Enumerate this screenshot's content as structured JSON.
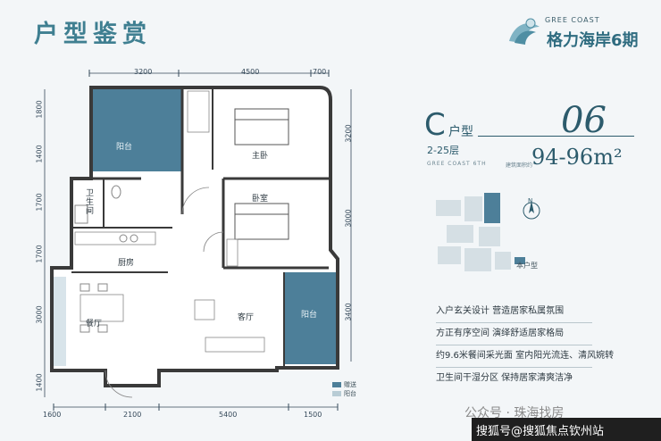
{
  "header": {
    "title": "户型鉴赏",
    "brand_en": "GREE COAST",
    "brand_cn": "格力海岸6期"
  },
  "plan": {
    "top_dims": [
      "3200",
      "4500",
      "700"
    ],
    "bottom_dims": [
      "1600",
      "2100",
      "5400",
      "1500"
    ],
    "left_dims": [
      "1800",
      "1400",
      "1700",
      "1700",
      "3000",
      "1400"
    ],
    "right_dims": [
      "3200",
      "3000",
      "3400"
    ],
    "rooms": {
      "balcony_top": "阳台",
      "bedroom_top": "主卧",
      "bathroom": "卫\n生\n间",
      "bedroom_mid": "卧室",
      "kitchen": "厨房",
      "dining": "餐厅",
      "living": "客厅",
      "balcony_right": "阳台"
    },
    "legend": {
      "gift": "赠送",
      "balcony": "阳台"
    }
  },
  "unit": {
    "letter": "C",
    "type_word": "户型",
    "floors": "2-25层",
    "code": "06",
    "sub_brand": "GREE COAST 6TH",
    "area_label": "建筑面积约",
    "area": "94-96m²",
    "site_legend": "本户型",
    "compass": "N"
  },
  "features": [
    "入户玄关设计 营造居家私属氛围",
    "方正有序空间 演绎舒适居家格局",
    "约9.6米餐间采光面 室内阳光流连、清风婉转",
    "卫生间干湿分区 保持居家清爽洁净"
  ],
  "watermark": "公众号 · 珠海找房",
  "bottom_bar": "搜狐号@搜狐焦点钦州站",
  "colors": {
    "accent": "#3f7f91",
    "balcony": "#4d7f99",
    "dark": "#2c5b6c"
  }
}
